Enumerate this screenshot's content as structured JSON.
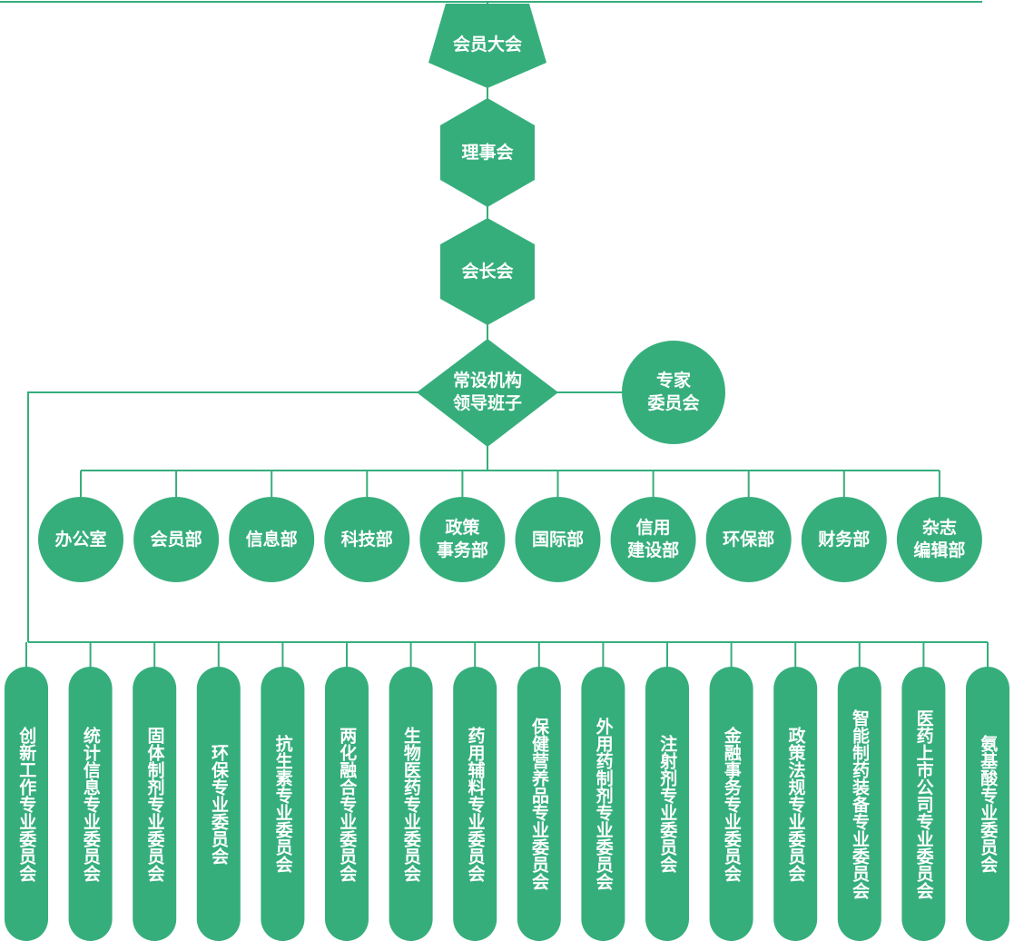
{
  "colors": {
    "node": "#36ae7c",
    "line": "#36ae7c",
    "text": "#ffffff"
  },
  "top": {
    "general_assembly": "会员大会",
    "council": "理事会",
    "president_meeting": "会长会",
    "standing_leadership": "常设机构\n领导班子",
    "expert_committee": "专家\n委员会"
  },
  "departments": [
    "办公室",
    "会员部",
    "信息部",
    "科技部",
    "政策\n事务部",
    "国际部",
    "信用\n建设部",
    "环保部",
    "财务部",
    "杂志\n编辑部"
  ],
  "committees": [
    "创新工作专业委员会",
    "统计信息专业委员会",
    "固体制剂专业委员会",
    "环保专业委员会",
    "抗生素专业委员会",
    "两化融合专业委员会",
    "生物医药专业委员会",
    "药用辅料专业委员会",
    "保健营养品专业委员会",
    "外用药制剂专业委员会",
    "注射剂专业委员会",
    "金融事务专业委员会",
    "政策法规专业委员会",
    "智能制药装备专业委员会",
    "医药上市公司专业委员会",
    "氨基酸专业委员会"
  ]
}
